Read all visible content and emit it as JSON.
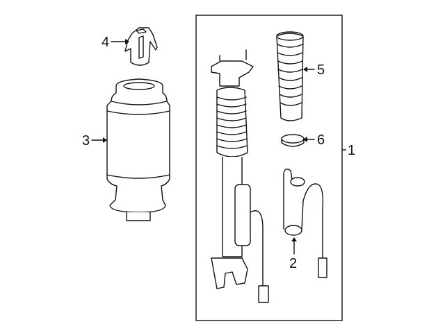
{
  "diagram": {
    "type": "exploded parts diagram",
    "subject": "air suspension shock absorber assembly",
    "callouts": [
      {
        "id": "1",
        "label": "1",
        "part": "shock absorber assembly (boxed group)"
      },
      {
        "id": "2",
        "label": "2",
        "part": "level sensor / wiring"
      },
      {
        "id": "3",
        "label": "3",
        "part": "air spring bag"
      },
      {
        "id": "4",
        "label": "4",
        "part": "cap / bumper"
      },
      {
        "id": "5",
        "label": "5",
        "part": "dust boot"
      },
      {
        "id": "6",
        "label": "6",
        "part": "ring"
      }
    ]
  },
  "colors": {
    "line": "#111111",
    "background": "#ffffff"
  }
}
